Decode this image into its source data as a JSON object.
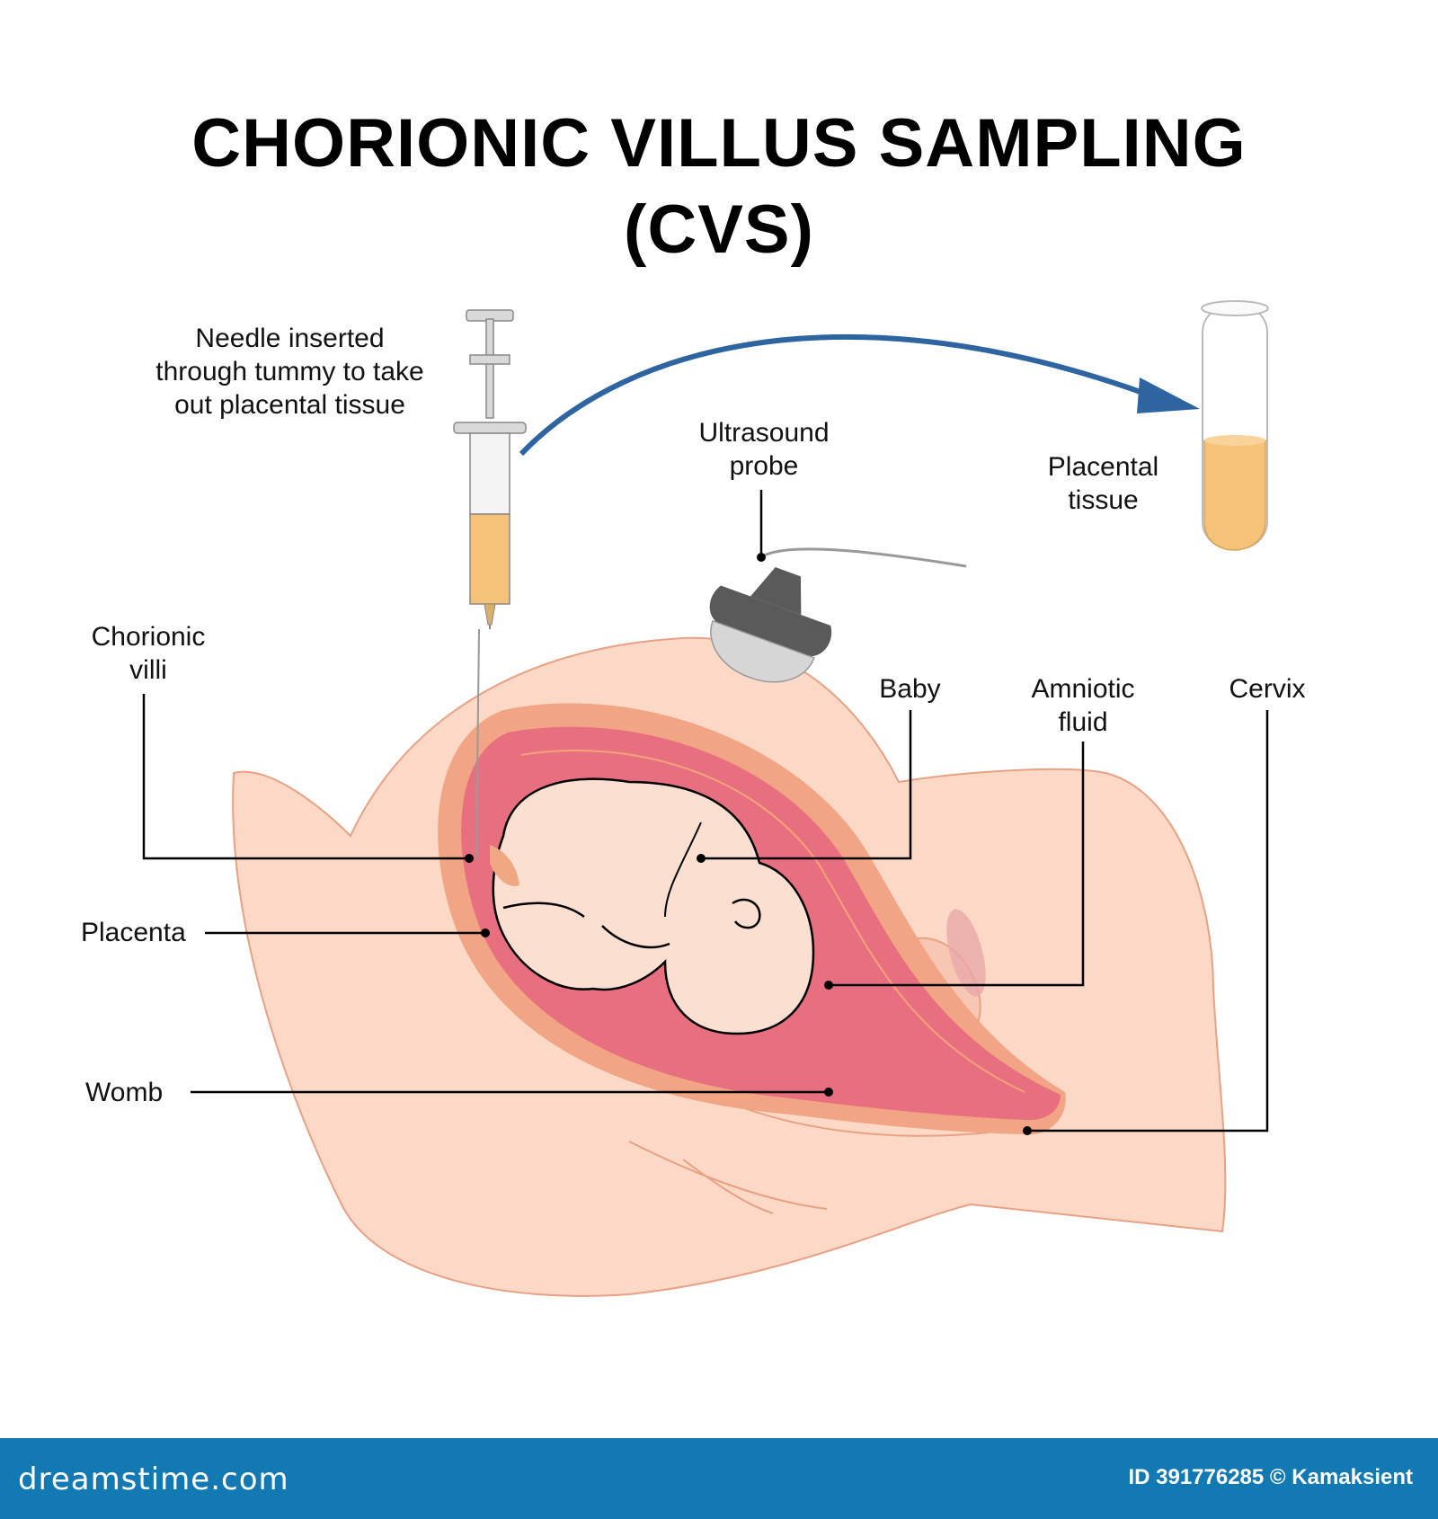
{
  "title": {
    "line1": "CHORIONIC VILLUS SAMPLING",
    "line2": "(CVS)"
  },
  "labels": {
    "needle": "Needle inserted\nthrough tummy to take\nout placental tissue",
    "ultrasound": "Ultrasound\nprobe",
    "placental_tissue": "Placental\ntissue",
    "chorionic_villi": "Chorionic\nvilli",
    "baby": "Baby",
    "amniotic_fluid": "Amniotic\nfluid",
    "cervix": "Cervix",
    "placenta": "Placenta",
    "womb": "Womb"
  },
  "footer": {
    "brand": "dreamstime.com",
    "id_text": "ID 391776285 © Kamaksient"
  },
  "colors": {
    "skin": "#fbd9c6",
    "skin_outline": "#e8a184",
    "womb": "#e86f80",
    "placenta": "#f2a585",
    "arrow": "#2e64a0",
    "syringe_fluid": "#f6c27a",
    "probe": "#5a5a5a",
    "footer": "#1379b3"
  }
}
